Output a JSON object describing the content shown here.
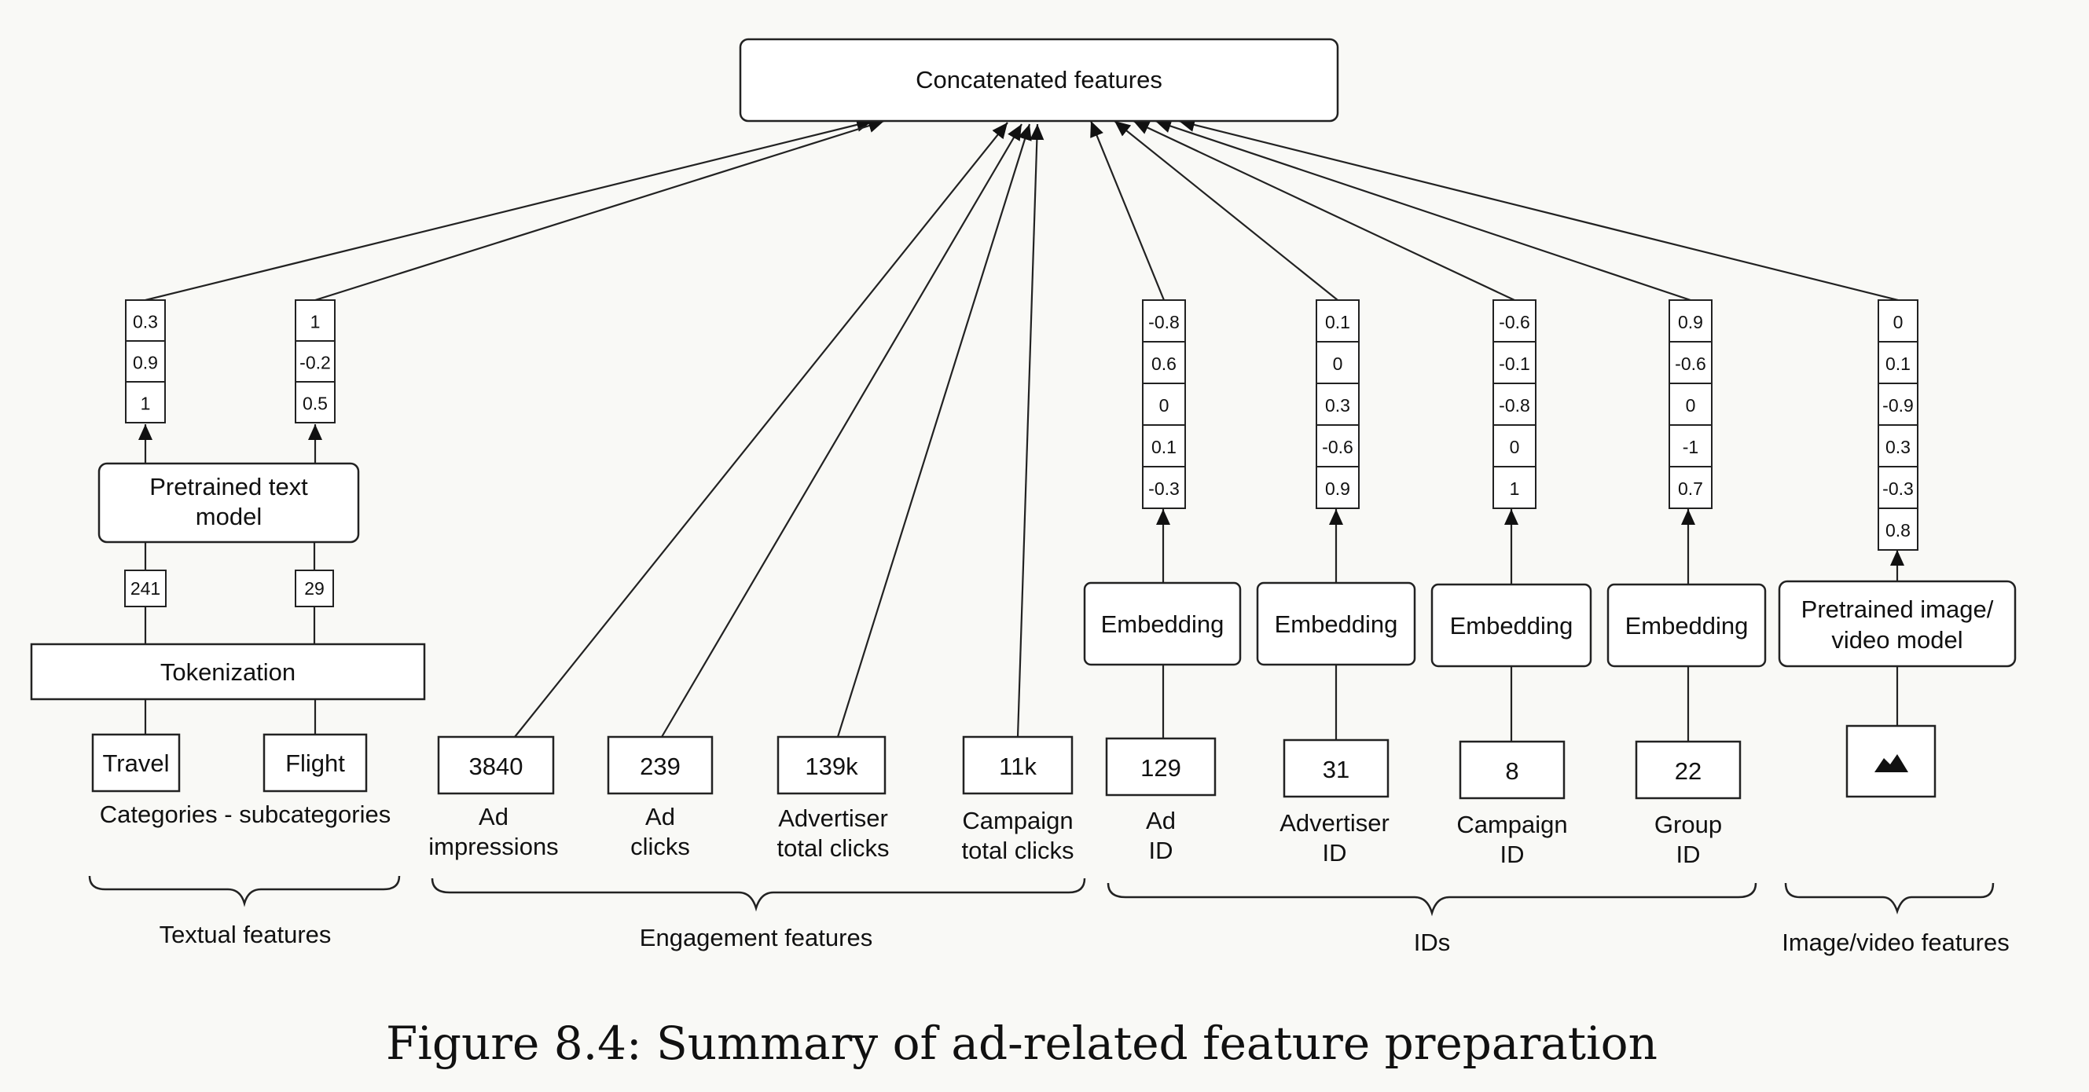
{
  "top": {
    "label": "Concatenated features"
  },
  "textual": {
    "tokens": [
      {
        "word": "Travel",
        "id": "241",
        "vector": [
          "0.3",
          "0.9",
          "1"
        ]
      },
      {
        "word": "Flight",
        "id": "29",
        "vector": [
          "1",
          "-0.2",
          "0.5"
        ]
      }
    ],
    "tokenization_label": "Tokenization",
    "model_label": [
      "Pretrained text",
      "model"
    ],
    "caption": "Categories - subcategories",
    "group_label": "Textual features"
  },
  "engagement": {
    "items": [
      {
        "value": "3840",
        "label": [
          "Ad",
          "impressions"
        ]
      },
      {
        "value": "239",
        "label": [
          "Ad",
          "clicks"
        ]
      },
      {
        "value": "139k",
        "label": [
          "Advertiser",
          "total clicks"
        ]
      },
      {
        "value": "11k",
        "label": [
          "Campaign",
          "total clicks"
        ]
      }
    ],
    "group_label": "Engagement features"
  },
  "ids": {
    "items": [
      {
        "value": "129",
        "label": [
          "Ad",
          "ID"
        ],
        "embedding_label": "Embedding",
        "vector": [
          "-0.8",
          "0.6",
          "0",
          "0.1",
          "-0.3"
        ]
      },
      {
        "value": "31",
        "label": [
          "Advertiser",
          "ID"
        ],
        "embedding_label": "Embedding",
        "vector": [
          "0.1",
          "0",
          "0.3",
          "-0.6",
          "0.9"
        ]
      },
      {
        "value": "8",
        "label": [
          "Campaign",
          "ID"
        ],
        "embedding_label": "Embedding",
        "vector": [
          "-0.6",
          "-0.1",
          "-0.8",
          "0",
          "1"
        ]
      },
      {
        "value": "22",
        "label": [
          "Group",
          "ID"
        ],
        "embedding_label": "Embedding",
        "vector": [
          "0.9",
          "-0.6",
          "0",
          "-1",
          "0.7"
        ]
      }
    ],
    "group_label": "IDs"
  },
  "image": {
    "model_label": [
      "Pretrained image/",
      "video model"
    ],
    "icon": "image-thumbnail-icon",
    "vector": [
      "0",
      "0.1",
      "-0.9",
      "0.3",
      "-0.3",
      "0.8"
    ],
    "group_label": "Image/video features"
  },
  "figure_caption": "Figure 8.4: Summary of ad-related feature preparation"
}
